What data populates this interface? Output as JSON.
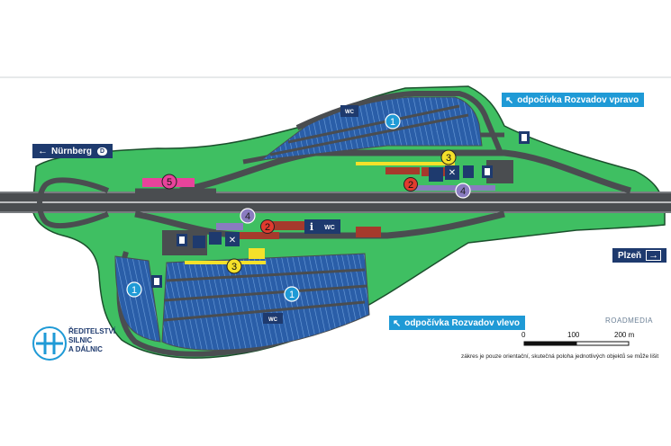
{
  "signs": {
    "rozvadov_right": "odpočívka Rozvadov vpravo",
    "rozvadov_left": "odpočívka Rozvadov vlevo",
    "nurnberg": "Nürnberg",
    "nurnberg_badge": "D",
    "plzen": "Plzeň"
  },
  "markers": {
    "m1": "1",
    "m2": "2",
    "m3": "3",
    "m4": "4",
    "m5": "5"
  },
  "facility_labels": {
    "wc": "WC",
    "info": "i"
  },
  "logo": {
    "line1": "ŘEDITELSTVÍ",
    "line2": "SILNIC",
    "line3": "A DÁLNIC"
  },
  "brand": "ROADMEDIA",
  "scale": {
    "t0": "0",
    "t1": "100",
    "t2": "200 m"
  },
  "note": "zákres je pouze orientační, skutečná poloha jednotlivých objektů se může lišit",
  "colors": {
    "grass": "#3fbf62",
    "grass_edge": "#1b4f2c",
    "road": "#4a4d50",
    "parking": "#2a5ea8",
    "building": "#a63a2c",
    "marker_blue": "#1f9ad6",
    "marker_red": "#e03b2f",
    "marker_yellow": "#f4e12a",
    "marker_purple": "#8a7cc0",
    "marker_pink": "#e8439b",
    "sign_blue": "#1f9ad6",
    "sign_navy": "#1e3a6e"
  }
}
